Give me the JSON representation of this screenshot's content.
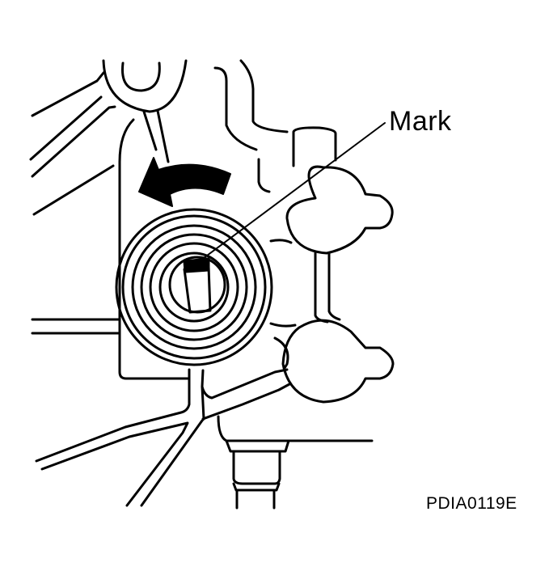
{
  "diagram": {
    "type": "technical-line-illustration",
    "subject": "rotating component with alignment mark",
    "callouts": [
      {
        "id": "mark",
        "label": "Mark",
        "target": "alignment-mark-on-shaft"
      }
    ],
    "arrow": {
      "direction": "counter-clockwise",
      "style": "solid-black-curved"
    },
    "figure_code": "PDIA0119E",
    "colors": {
      "stroke": "#000000",
      "background": "#ffffff"
    }
  }
}
